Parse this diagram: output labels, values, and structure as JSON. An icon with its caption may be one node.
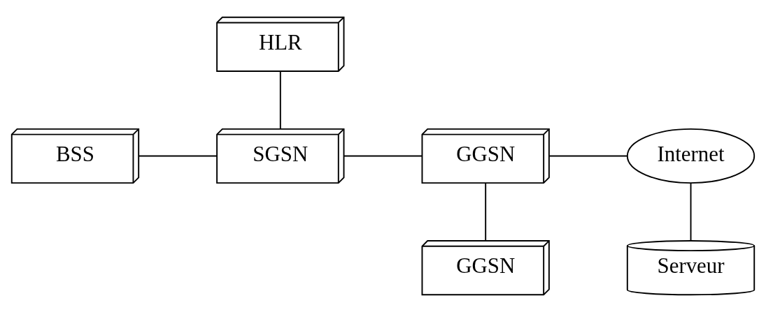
{
  "diagram": {
    "nodes": [
      {
        "text": [
          "HLR"
        ]
      },
      {
        "text": [
          "BSS"
        ]
      },
      {
        "text": [
          "SGSN"
        ]
      },
      {
        "text": [
          "GGSN"
        ]
      },
      {
        "text": [
          "Internet"
        ]
      },
      {
        "text": [
          "GGSN"
        ]
      },
      {
        "text": [
          "Serveur"
        ]
      }
    ],
    "edges": [
      {
        "from": 0,
        "to": 2,
        "arrow": "none"
      },
      {
        "from": 1,
        "to": 2,
        "arrow": "none"
      },
      {
        "from": 2,
        "to": 3,
        "arrow": "none"
      },
      {
        "from": 3,
        "to": 4,
        "arrow": "none"
      },
      {
        "from": 3,
        "to": 5,
        "arrow": "none"
      },
      {
        "from": 4,
        "to": 6,
        "arrow": "none"
      }
    ]
  }
}
